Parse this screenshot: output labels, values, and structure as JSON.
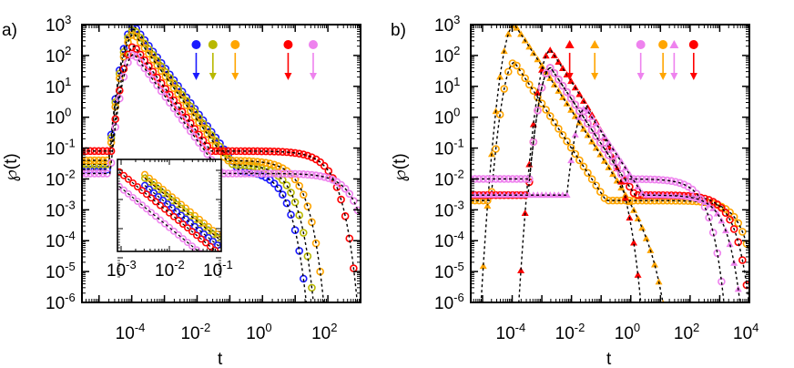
{
  "chart_data": [
    {
      "panel": "a)",
      "type": "line",
      "xscale": "log",
      "yscale": "log",
      "xlabel": "t",
      "ylabel": "℘(t)",
      "xlim": [
        3e-06,
        1000
      ],
      "ylim": [
        1e-06,
        1000
      ],
      "xticks": [
        "10^-4",
        "10^-2",
        "10^0",
        "10^2"
      ],
      "yticks": [
        "10^3",
        "10^2",
        "10^1",
        "10^0",
        "10^-1",
        "10^-2",
        "10^-3",
        "10^-4",
        "10^-5",
        "10^-6"
      ],
      "legend_markers": [
        {
          "color": "#1a1aff",
          "marker": "circle",
          "x_pos": 0.41
        },
        {
          "color": "#b8b800",
          "marker": "circle",
          "x_pos": 0.47
        },
        {
          "color": "#ffa500",
          "marker": "circle",
          "x_pos": 0.55
        },
        {
          "color": "#ff0000",
          "marker": "circle",
          "x_pos": 0.74
        },
        {
          "color": "#ee82ee",
          "marker": "circle",
          "x_pos": 0.83
        }
      ],
      "series": [
        {
          "name": "blue",
          "color": "#1a1aff",
          "peak_t": 0.00012,
          "peak": 900,
          "slope_end_t": 0.4,
          "plateau": 0.02,
          "cutoff_t": 2.2
        },
        {
          "name": "olive",
          "color": "#b8b800",
          "peak_t": 0.00012,
          "peak": 700,
          "slope_end_t": 0.5,
          "plateau": 0.03,
          "cutoff_t": 3.5
        },
        {
          "name": "orange",
          "color": "#ffa500",
          "peak_t": 0.00012,
          "peak": 500,
          "slope_end_t": 0.6,
          "plateau": 0.04,
          "cutoff_t": 7
        },
        {
          "name": "red",
          "color": "#ff0000",
          "peak_t": 0.00012,
          "peak": 200,
          "slope_end_t": 1.0,
          "plateau": 0.08,
          "cutoff_t": 70
        },
        {
          "name": "violet",
          "color": "#ee82ee",
          "peak_t": 0.00012,
          "peak": 110,
          "slope_end_t": 0.2,
          "plateau": 0.015,
          "cutoff_t": 300
        }
      ],
      "inset": {
        "xlim": [
          0.001,
          0.1
        ],
        "xticks": [
          "10^-3",
          "10^-2",
          "10^-1"
        ],
        "series": [
          "orange",
          "olive",
          "blue",
          "red",
          "violet"
        ]
      }
    },
    {
      "panel": "b)",
      "type": "line",
      "xscale": "log",
      "yscale": "log",
      "xlabel": "t",
      "ylabel": "℘(t)",
      "xlim": [
        4e-06,
        10000.0
      ],
      "ylim": [
        1e-06,
        1000
      ],
      "xticks": [
        "10^-4",
        "10^-2",
        "10^0",
        "10^2",
        "10^4"
      ],
      "yticks": [
        "10^3",
        "10^2",
        "10^1",
        "10^0",
        "10^-1",
        "10^-2",
        "10^-3",
        "10^-4",
        "10^-5",
        "10^-6"
      ],
      "legend_markers": [
        {
          "color": "#ff0000",
          "marker": "triangle",
          "x_pos": 0.355
        },
        {
          "color": "#ffa500",
          "marker": "triangle",
          "x_pos": 0.445
        },
        {
          "color": "#ee82ee",
          "marker": "circle",
          "x_pos": 0.61
        },
        {
          "color": "#ffa500",
          "marker": "circle",
          "x_pos": 0.69
        },
        {
          "color": "#ee82ee",
          "marker": "triangle",
          "x_pos": 0.73
        },
        {
          "color": "#ff0000",
          "marker": "circle",
          "x_pos": 0.8
        }
      ],
      "series": [
        {
          "name": "orange-triangle",
          "color": "#ffa500",
          "marker": "triangle",
          "peak_t": 0.00012,
          "peak": 1000,
          "plateau": null,
          "cutoff_t": 3
        },
        {
          "name": "orange-circle",
          "color": "#ffa500",
          "marker": "circle",
          "peak_t": 0.00012,
          "peak": 60,
          "plateau": 0.002,
          "cutoff_t": 2500
        },
        {
          "name": "red-triangle",
          "color": "#ff0000",
          "marker": "triangle",
          "peak_t": 0.002,
          "peak": 150,
          "plateau": null,
          "cutoff_t": 0.25
        },
        {
          "name": "red-circle",
          "color": "#ff0000",
          "marker": "circle",
          "peak_t": 0.002,
          "peak": 40,
          "plateau": 0.003,
          "cutoff_t": 1200
        },
        {
          "name": "violet-circle",
          "color": "#ee82ee",
          "marker": "circle",
          "peak_t": 0.002,
          "peak": 40,
          "plateau": 0.01,
          "cutoff_t": 150
        },
        {
          "name": "violet-triangle",
          "color": "#ee82ee",
          "marker": "triangle",
          "peak_t": 0.03,
          "peak": 2,
          "plateau": 0.003,
          "cutoff_t": 600
        }
      ]
    }
  ]
}
